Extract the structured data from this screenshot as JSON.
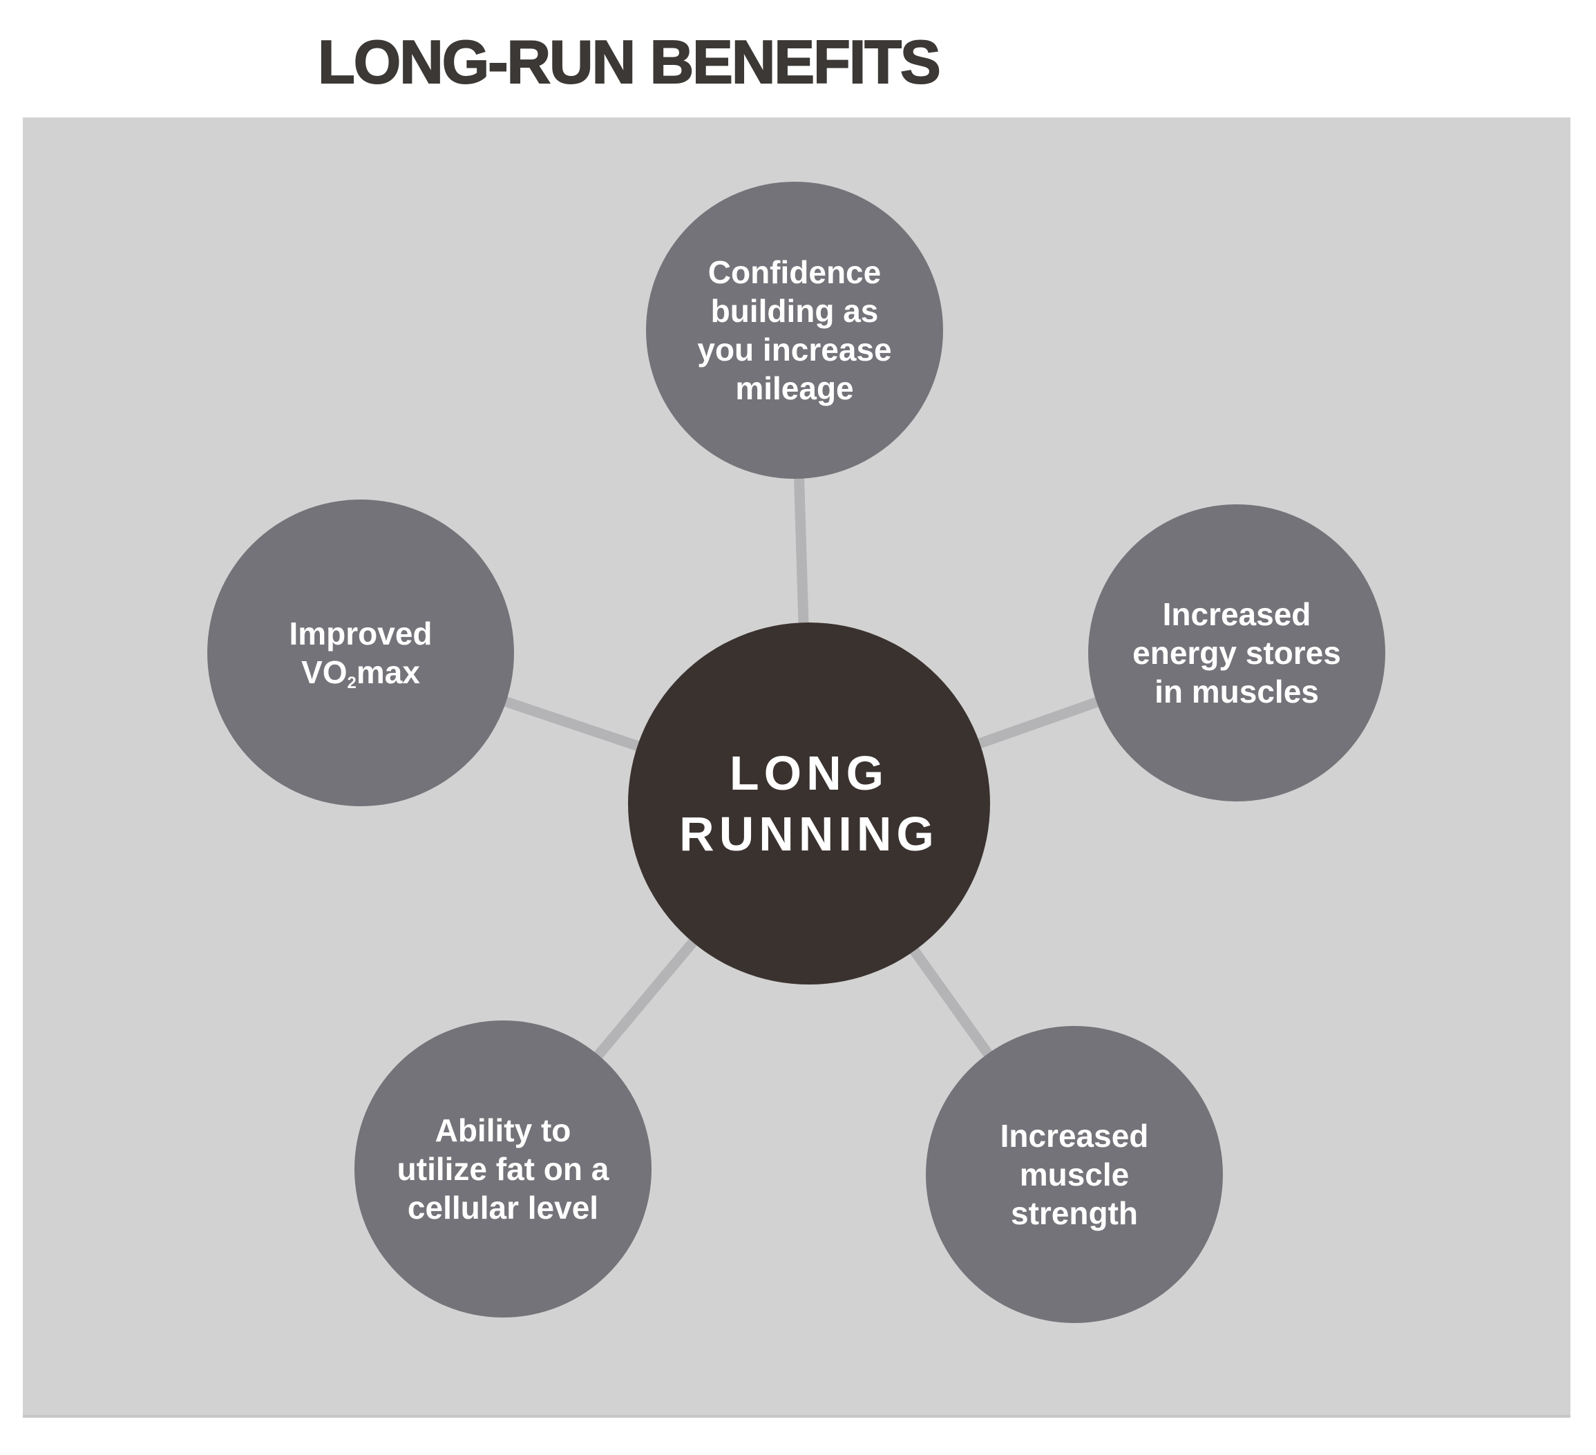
{
  "title": "LONG-RUN BENEFITS",
  "colors": {
    "page_bg": "#FFFFFF",
    "panel_bg": "#D2D2D2",
    "panel_edge": "#C6C6C8",
    "center_circle": "#3A322F",
    "satellite_circle": "#747379",
    "connector": "#B4B4B6",
    "title_text": "#3B3835",
    "circle_text": "#FFFFFF"
  },
  "nodes": {
    "center": {
      "lines": [
        "LONG",
        "RUNNING"
      ]
    },
    "top": {
      "lines": [
        "Confidence",
        "building as",
        "you increase",
        "mileage"
      ]
    },
    "right": {
      "lines": [
        "Increased",
        "energy stores",
        "in muscles"
      ]
    },
    "bottom_right": {
      "lines": [
        "Increased",
        "muscle",
        "strength"
      ]
    },
    "bottom_left": {
      "lines": [
        "Ability to",
        "utilize fat on a",
        "cellular level"
      ]
    },
    "left": {
      "line1": "Improved",
      "vo": "VO",
      "sub": "2",
      "suffix": "max"
    }
  }
}
